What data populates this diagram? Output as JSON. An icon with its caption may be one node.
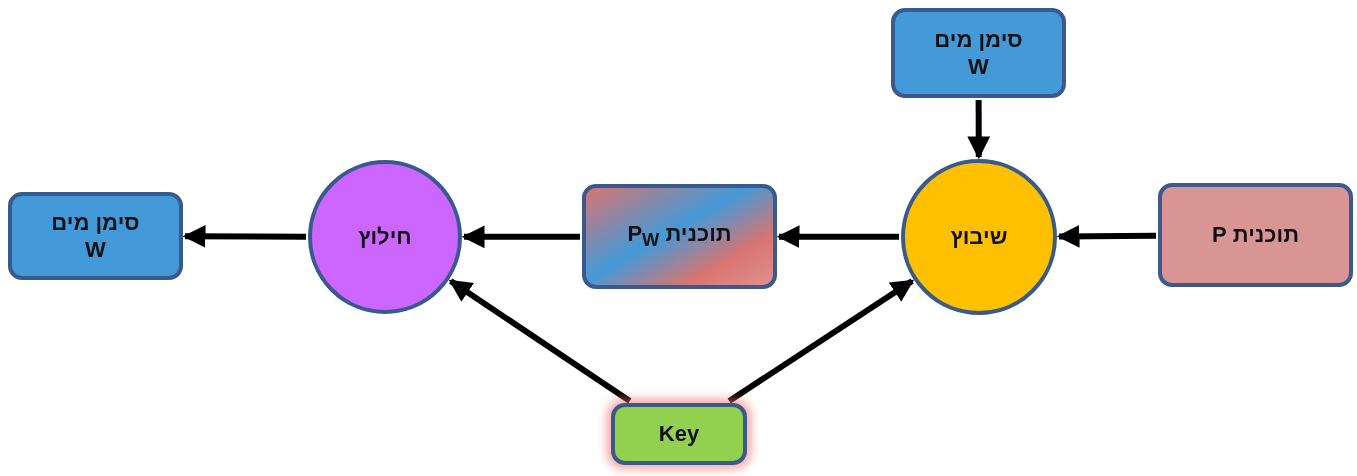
{
  "diagram": {
    "nodes": [
      {
        "text": [
          "סימן מים W"
        ]
      },
      {
        "text": [
          "סימן מים W"
        ]
      },
      {
        "text": [
          "חילוץ"
        ]
      },
      {
        "text": [
          "תוכנית P$_{W}$"
        ]
      },
      {
        "text": [
          "שיבוץ"
        ]
      },
      {
        "text": [
          "תוכנית P"
        ]
      },
      {
        "text": [
          "Key"
        ]
      }
    ],
    "edges": [
      {
        "from": 5,
        "to": 4,
        "arrow": "to"
      },
      {
        "from": 0,
        "to": 4,
        "arrow": "to"
      },
      {
        "from": 4,
        "to": 3,
        "arrow": "to"
      },
      {
        "from": 3,
        "to": 2,
        "arrow": "to"
      },
      {
        "from": 2,
        "to": 1,
        "arrow": "to"
      },
      {
        "from": 6,
        "to": 2,
        "arrow": "to"
      },
      {
        "from": 6,
        "to": 4,
        "arrow": "to"
      }
    ]
  }
}
